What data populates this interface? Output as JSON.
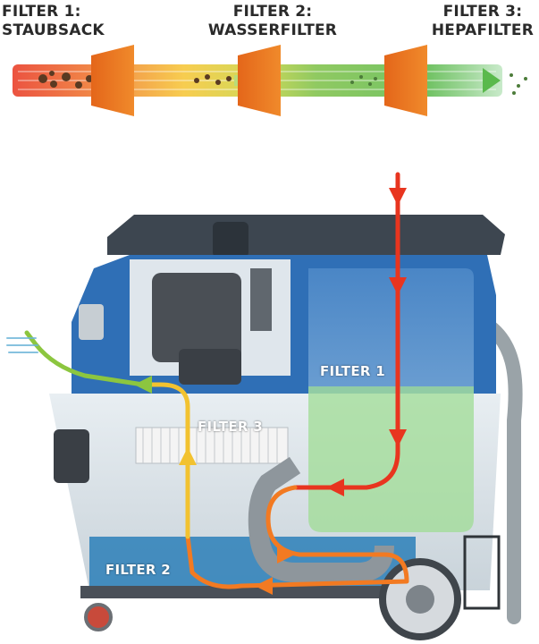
{
  "stages": [
    {
      "title": "FILTER 1:",
      "name": "STAUBSACK"
    },
    {
      "title": "FILTER 2:",
      "name": "WASSERFILTER"
    },
    {
      "title": "FILTER 3:",
      "name": "HEPAFILTER"
    }
  ],
  "diagram_labels": {
    "filter1": "FILTER 1",
    "filter2": "FILTER 2",
    "filter3": "FILTER 3"
  },
  "colors": {
    "dirty_air": "#e8351f",
    "water_air": "#f27a22",
    "clean_air_yellow": "#f2c230",
    "clean_air_green": "#8cc63f",
    "filter_cone": "#ef7b22",
    "body_blue": "#2f6fb6",
    "dust_bag": "#8fbde6",
    "water_tank": "#2c7fb8"
  }
}
